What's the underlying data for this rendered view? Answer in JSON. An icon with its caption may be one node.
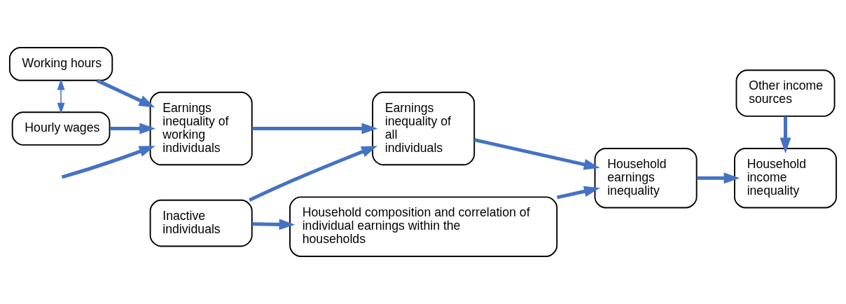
{
  "diagram": {
    "nodes": [
      {
        "text": [
          "Working hours"
        ]
      },
      {
        "text": [
          "Hourly wages"
        ]
      },
      {
        "text": [
          "Earnings inequality of working individuals"
        ]
      },
      {
        "text": [
          "Earnings inequality of all individuals"
        ]
      },
      {
        "text": [
          "Household earnings inequality"
        ]
      },
      {
        "text": [
          "Household income inequality"
        ]
      },
      {
        "text": [
          "Inactive individuals"
        ]
      },
      {
        "text": [
          "Household composition and correlation of individual earnings within the households"
        ]
      },
      {
        "text": [
          "Other income sources"
        ]
      }
    ],
    "edges": [
      {
        "from": 0,
        "to": 2,
        "arrow": "to"
      },
      {
        "from": 0,
        "to": 1,
        "arrow": "both"
      },
      {
        "from": null,
        "to": 2,
        "arrow": "to"
      },
      {
        "from": 1,
        "to": 2,
        "arrow": "to"
      },
      {
        "from": 2,
        "to": 3,
        "arrow": "to"
      },
      {
        "from": 6,
        "to": 3,
        "arrow": "to"
      },
      {
        "from": 3,
        "to": 4,
        "arrow": "to"
      },
      {
        "from": 6,
        "to": 7,
        "arrow": "to"
      },
      {
        "from": 7,
        "to": 4,
        "arrow": "to"
      },
      {
        "from": 4,
        "to": 5,
        "arrow": "to"
      },
      {
        "from": 8,
        "to": 5,
        "arrow": "to"
      }
    ]
  }
}
